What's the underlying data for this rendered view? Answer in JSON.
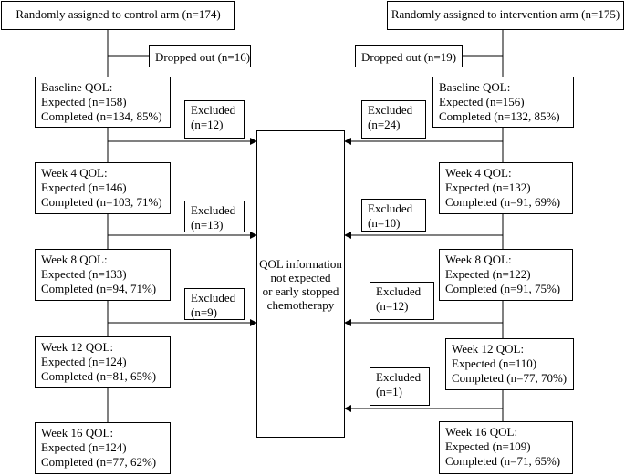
{
  "control": {
    "title": "Randomly assigned to control arm (n=174)",
    "dropped": "Dropped out (n=16)",
    "stages": [
      {
        "label": "Baseline QOL:",
        "expected": "Expected (n=158)",
        "completed": "Completed (n=134, 85%)"
      },
      {
        "label": "Week 4 QOL:",
        "expected": "Expected (n=146)",
        "completed": "Completed (n=103, 71%)"
      },
      {
        "label": "Week 8 QOL:",
        "expected": "Expected (n=133)",
        "completed": "Completed (n=94, 71%)"
      },
      {
        "label": "Week 12 QOL:",
        "expected": "Expected (n=124)",
        "completed": "Completed (n=81, 65%)"
      },
      {
        "label": "Week 16 QOL:",
        "expected": "Expected (n=124)",
        "completed": "Completed  (n=77, 62%)"
      }
    ],
    "excluded": [
      {
        "label": "Excluded",
        "count": "(n=12)"
      },
      {
        "label": "Excluded",
        "count": "(n=13)"
      },
      {
        "label": "Excluded",
        "count": "(n=9)"
      }
    ]
  },
  "intervention": {
    "title": "Randomly assigned to intervention arm (n=175)",
    "dropped": "Dropped out (n=19)",
    "stages": [
      {
        "label": "Baseline QOL:",
        "expected": "Expected (n=156)",
        "completed": "Completed (n=132, 85%)"
      },
      {
        "label": "Week 4 QOL:",
        "expected": "Expected (n=132)",
        "completed": "Completed (n=91, 69%)"
      },
      {
        "label": "Week 8 QOL:",
        "expected": "Expected (n=122)",
        "completed": "Completed (n=91, 75%)"
      },
      {
        "label": "Week 12 QOL:",
        "expected": "Expected (n=110)",
        "completed": "Completed (n=77, 70%)"
      },
      {
        "label": "Week 16 QOL:",
        "expected": "Expected (n=109)",
        "completed": "Completed (n=71, 65%)"
      }
    ],
    "excluded": [
      {
        "label": "Excluded",
        "count": "(n=24)"
      },
      {
        "label": "Excluded",
        "count": "(n=10)"
      },
      {
        "label": "Excluded",
        "count": "(n=12)"
      },
      {
        "label": "Excluded",
        "count": "(n=1)"
      }
    ]
  },
  "center": {
    "lines": [
      "QOL information",
      "not expected",
      "or early stopped",
      "chemotherapy"
    ]
  }
}
